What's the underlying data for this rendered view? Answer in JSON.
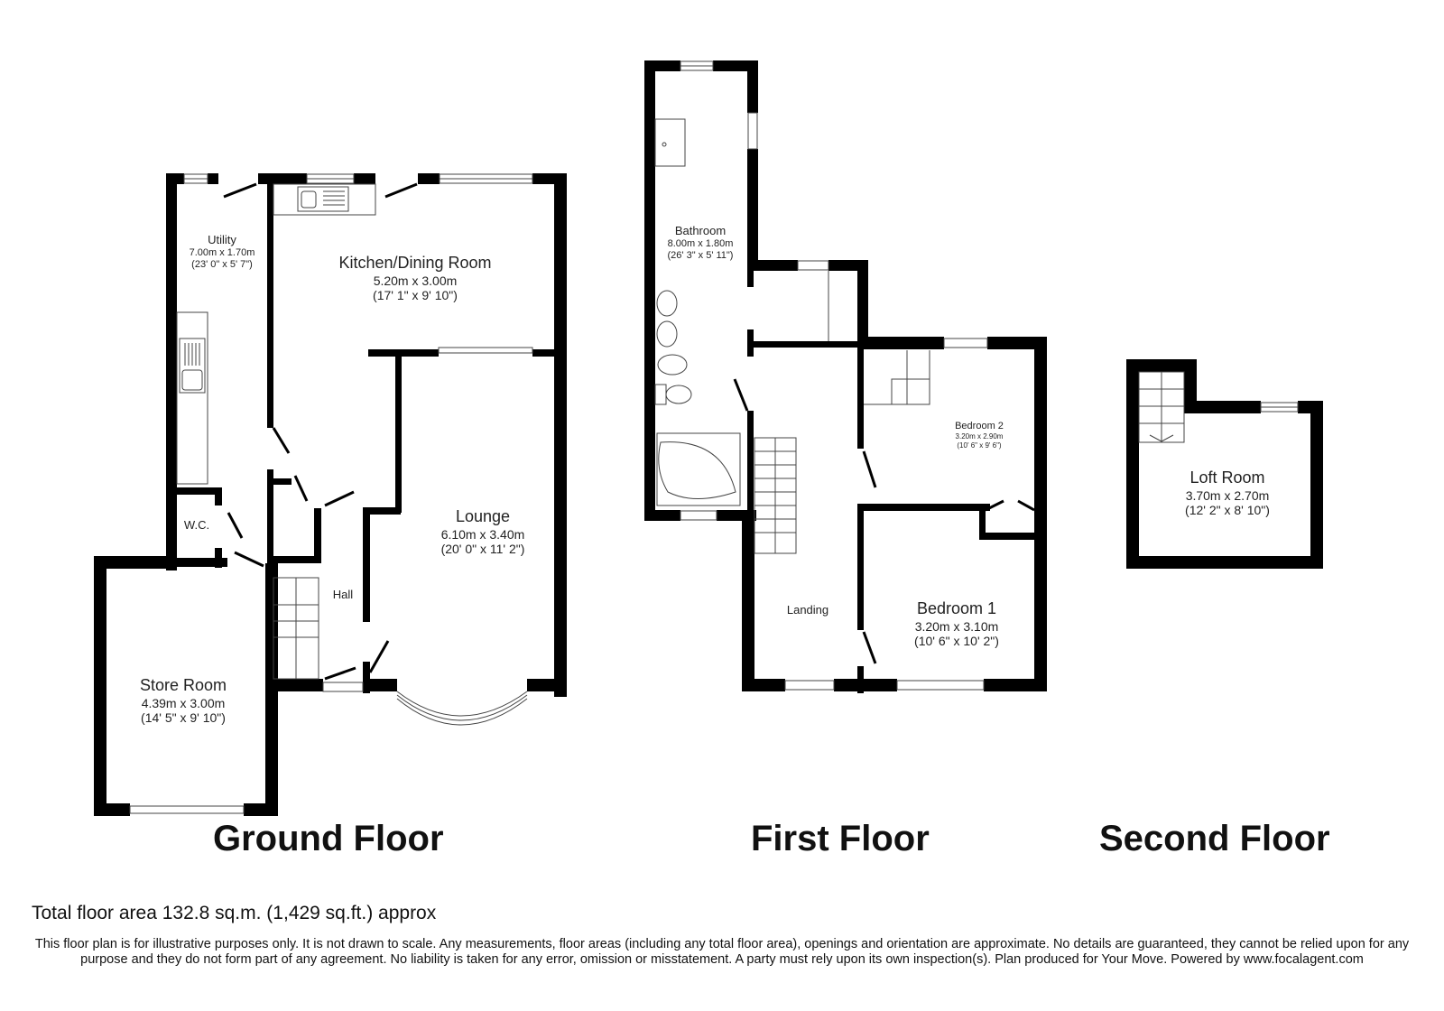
{
  "floors": {
    "ground": {
      "title": "Ground Floor",
      "rooms": {
        "utility": {
          "name": "Utility",
          "metric": "7.00m x 1.70m",
          "imperial": "(23' 0\" x 5' 7\")"
        },
        "kitchen": {
          "name": "Kitchen/Dining Room",
          "metric": "5.20m x 3.00m",
          "imperial": "(17' 1\" x 9' 10\")"
        },
        "wc": {
          "name": "W.C."
        },
        "lounge": {
          "name": "Lounge",
          "metric": "6.10m x 3.40m",
          "imperial": "(20' 0\" x 11' 2\")"
        },
        "hall": {
          "name": "Hall"
        },
        "store": {
          "name": "Store Room",
          "metric": "4.39m x 3.00m",
          "imperial": "(14' 5\" x 9' 10\")"
        }
      }
    },
    "first": {
      "title": "First Floor",
      "rooms": {
        "bathroom": {
          "name": "Bathroom",
          "metric": "8.00m x 1.80m",
          "imperial": "(26' 3\" x 5' 11\")"
        },
        "bedroom2": {
          "name": "Bedroom 2",
          "metric": "3.20m x 2.90m",
          "imperial": "(10' 6\" x 9' 6\")"
        },
        "landing": {
          "name": "Landing"
        },
        "bedroom1": {
          "name": "Bedroom 1",
          "metric": "3.20m x 3.10m",
          "imperial": "(10' 6\" x 10' 2\")"
        }
      }
    },
    "second": {
      "title": "Second Floor",
      "rooms": {
        "loft": {
          "name": "Loft Room",
          "metric": "3.70m x 2.70m",
          "imperial": "(12' 2\" x 8' 10\")"
        }
      }
    }
  },
  "footer": {
    "total_area": "Total floor area 132.8 sq.m. (1,429 sq.ft.) approx",
    "disclaimer": "This floor plan is for illustrative purposes only. It is not drawn to scale. Any measurements, floor areas (including any total floor area), openings and orientation are approximate. No details are guaranteed, they cannot be relied upon for any purpose and they do not form part of any agreement. No liability is taken for any error, omission or misstatement. A party must rely upon its own inspection(s).  Plan produced for Your Move. Powered by www.focalagent.com"
  },
  "colors": {
    "wall": "#000000",
    "fixture": "#444444",
    "background": "#ffffff"
  }
}
